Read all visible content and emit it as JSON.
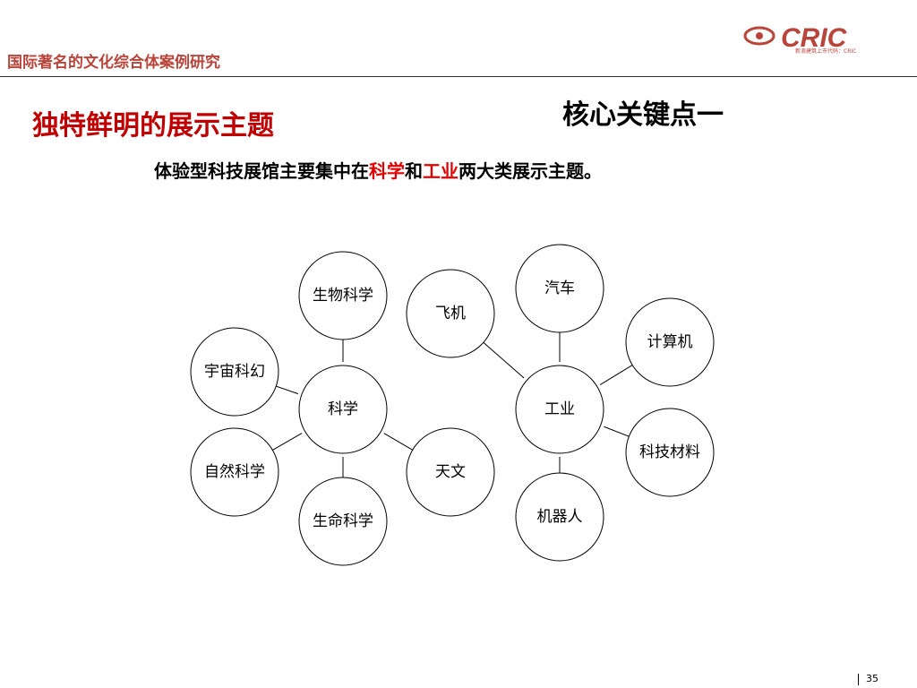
{
  "header": {
    "title": "国际著名的文化综合体案例研究"
  },
  "logo": {
    "text": "CRIC",
    "tagline": "新浪建筑上市代码：CRIC",
    "brand_color": "#b8443a"
  },
  "section_title": "独特鲜明的展示主题",
  "key_point": "核心关键点一",
  "subtitle": {
    "part1": "体验型科技展馆主要集中在",
    "highlight1": "科学",
    "part2": "和",
    "highlight2": "工业",
    "part3": "两大类展示主题。",
    "highlight_color": "#e00000"
  },
  "diagram": {
    "nodes": [
      {
        "id": "science",
        "label": "科学"
      },
      {
        "id": "biology",
        "label": "生物科学"
      },
      {
        "id": "scifi",
        "label": "宇宙科幻"
      },
      {
        "id": "nature",
        "label": "自然科学"
      },
      {
        "id": "life",
        "label": "生命科学"
      },
      {
        "id": "astronomy",
        "label": "天文"
      },
      {
        "id": "industry",
        "label": "工业"
      },
      {
        "id": "plane",
        "label": "飞机"
      },
      {
        "id": "car",
        "label": "汽车"
      },
      {
        "id": "computer",
        "label": "计算机"
      },
      {
        "id": "materials",
        "label": "科技材料"
      },
      {
        "id": "robot",
        "label": "机器人"
      }
    ],
    "edges": [
      [
        "science",
        "biology"
      ],
      [
        "science",
        "scifi"
      ],
      [
        "science",
        "nature"
      ],
      [
        "science",
        "life"
      ],
      [
        "science",
        "astronomy"
      ],
      [
        "industry",
        "plane"
      ],
      [
        "industry",
        "car"
      ],
      [
        "industry",
        "computer"
      ],
      [
        "industry",
        "materials"
      ],
      [
        "industry",
        "robot"
      ]
    ]
  },
  "footer": {
    "page_number": "35"
  }
}
